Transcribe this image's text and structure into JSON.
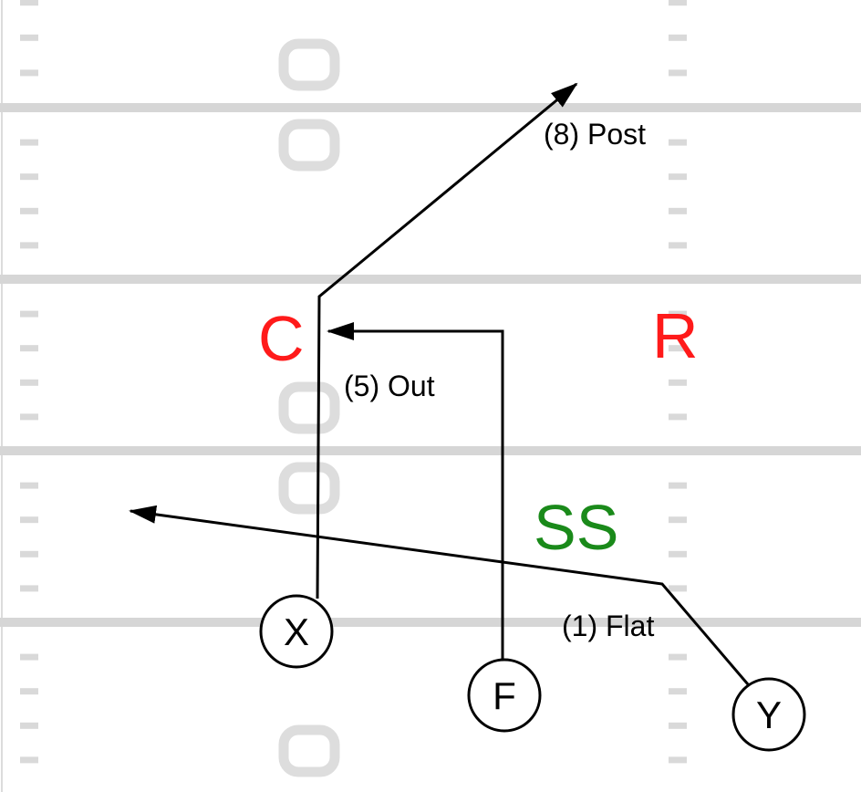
{
  "play": {
    "routes": {
      "post": "(8) Post",
      "out": "(5) Out",
      "flat": "(1) Flat"
    },
    "offense": {
      "x": "X",
      "f": "F",
      "y": "Y"
    },
    "defense": {
      "c": "C",
      "r": "R",
      "ss": "SS"
    }
  },
  "colors": {
    "field_line": "#d8d8d8",
    "route": "#000000",
    "defender_red": "#ff1a1a",
    "defender_green": "#1a8a1a"
  }
}
